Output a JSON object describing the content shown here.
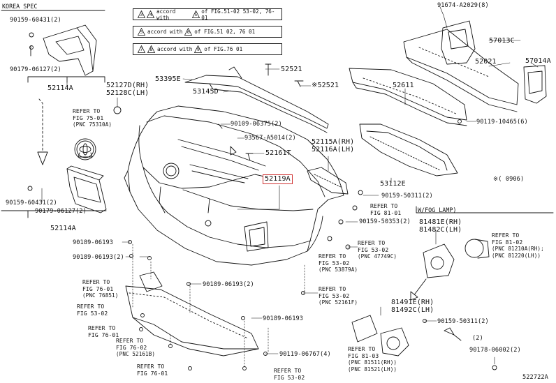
{
  "notes": [
    {
      "a": "3",
      "b": "4",
      "text": "accord with",
      "c": "5",
      "d": "of FIG.51-02 53-02, 76-01"
    },
    {
      "a": "5",
      "text": "accord with",
      "c": "6",
      "d": "of FIG.51 02, 76 01"
    },
    {
      "a": "7",
      "b": "8",
      "text": "accord with",
      "c": "9",
      "d": "of FIG.76 01"
    }
  ],
  "sections": {
    "korea": "KOREA SPEC",
    "fog": "W/FOG LAMP)",
    "asterisk_note": "※(     0906)"
  },
  "labels": {
    "p90159_top": "90159-60431(2)",
    "p90179_top": "90179-06127(2)",
    "p52114A_top": "52114A",
    "p52127D": "52127D(RH)",
    "p52128C": "52128C(LH)",
    "p53395E": "53395E",
    "p53145D": "53145D",
    "p52521a": "52521",
    "p52521b": "※52521",
    "p91674": "91674-A2029(8)",
    "p57013C": "57013C",
    "p52021": "52021",
    "p57014A": "57014A",
    "p52611": "52611",
    "p90119_10465": "90119-10465(6)",
    "p90109": "90109-06375(2)",
    "p93567": "93567-A5014(2)",
    "p52161T": "52161T",
    "p52115A": "52115A(RH)",
    "p52116A": "52116A(LH)",
    "p53112E": "53112E",
    "p52119A": "52119A",
    "p90159_50311a": "90159-50311(2)",
    "p90159_50353": "90159-50353(2)",
    "p90159_bot": "90159-60431(2)",
    "p90179_bot": "90179-06127(2)",
    "p52114A_bot": "52114A",
    "p90189_a": "90189-06193",
    "p90189_b": "90189-06193(2)",
    "p90189_c": "90189-06193(2)",
    "p90189_d": "90189-06193",
    "p90119_06767": "90119-06767(4)",
    "p81481E": "81481E(RH)",
    "p81482C": "81482C(LH)",
    "p81491E": "81491E(RH)",
    "p81492C": "81492C(LH)",
    "p90159_50311b": "90159-50311(2)",
    "p90178": "90178-06002(2)",
    "bracket2": "(2)",
    "img_code": "522722A"
  },
  "refs": [
    {
      "l1": "REFER TO",
      "l2": "FIG 75-01",
      "l3": "(PNC 75310A)"
    },
    {
      "l1": "REFER TO",
      "l2": "FIG 81-01"
    },
    {
      "l1": "REFER TO",
      "l2": "FIG 53-02",
      "l3": "(PNC 47749C)"
    },
    {
      "l1": "REFER TO",
      "l2": "FIG 53-02",
      "l3": "(PNC 53879A)"
    },
    {
      "l1": "REFER TO",
      "l2": "FIG 53-02",
      "l3": "(PNC 52161F)"
    },
    {
      "l1": "REFER TO",
      "l2": "FIG 76-01",
      "l3": "(PNC 76851)"
    },
    {
      "l1": "REFER TO",
      "l2": "FIG 53-02"
    },
    {
      "l1": "REFER TO",
      "l2": "FIG 76-01"
    },
    {
      "l1": "REFER TO",
      "l2": "FIG 76-02",
      "l3": "(PNC 52161B)"
    },
    {
      "l1": "REFER TO",
      "l2": "FIG 76-01"
    },
    {
      "l1": "REFER TO",
      "l2": "FIG 53-02"
    },
    {
      "l1": "REFER TO",
      "l2": "FIG 81-02",
      "l3": "(PNC 81210A(RH);",
      "l4": "(PNC 81220(LH))"
    },
    {
      "l1": "REFER TO",
      "l2": "FIG 81-03",
      "l3": "(PNC 81511(RH))",
      "l4": "(PNC 81521(LH))"
    }
  ],
  "colors": {
    "line": "#111111",
    "highlight": "#d03030",
    "fill": "#ffffff"
  }
}
